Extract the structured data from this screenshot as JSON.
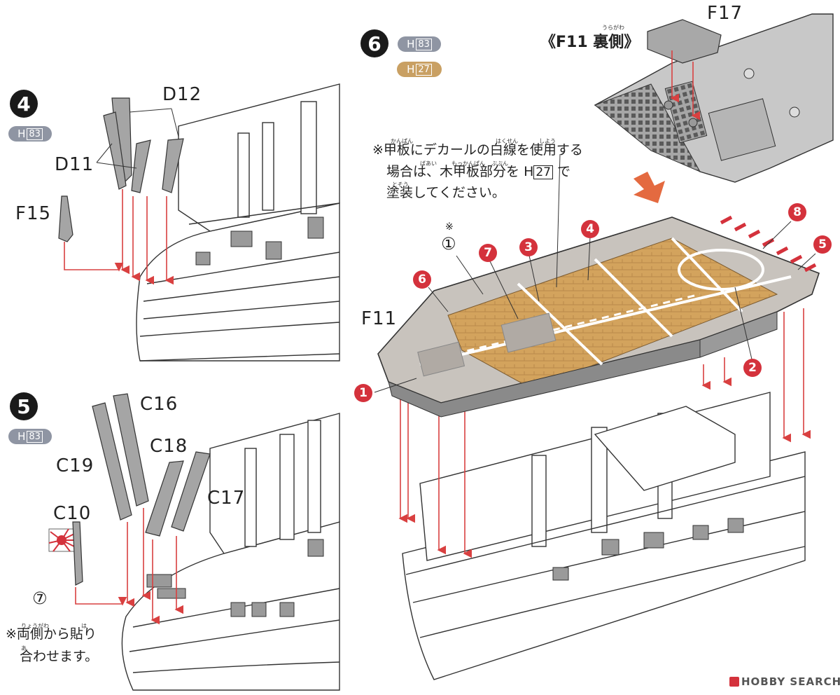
{
  "steps": {
    "s4": {
      "number": "4",
      "paint_letter": "H",
      "paint_code": "83"
    },
    "s5": {
      "number": "5",
      "paint_letter": "H",
      "paint_code": "83"
    },
    "s6": {
      "number": "6",
      "paints": [
        {
          "letter": "H",
          "code": "83"
        },
        {
          "letter": "H",
          "code": "27"
        }
      ]
    }
  },
  "parts": {
    "d12": "D12",
    "d11": "D11",
    "f15": "F15",
    "c16": "C16",
    "c18": "C18",
    "c19": "C19",
    "c17": "C17",
    "c10": "C10",
    "f11": "F11",
    "f17": "F17"
  },
  "f11_back": {
    "text": "《F11 裏側》",
    "ruby": "うらがわ"
  },
  "deck_note": {
    "mark": "※",
    "line1": "甲板にデカールの白線を使用する",
    "line2_pre": "場合は、木甲板部分を",
    "line2_code_letter": "H",
    "line2_code": "27",
    "line2_post": "で",
    "line3": "塗装してください。",
    "ruby1a": "かんぱん",
    "ruby1b": "はくせん",
    "ruby1c": "しよう",
    "ruby2a": "ばあい",
    "ruby2b": "もっかんぱん",
    "ruby2c": "ぶぶん",
    "ruby3": "とそう"
  },
  "flag_note": {
    "circle": "⑦",
    "mark": "※",
    "line1": "両側から貼り",
    "line2": "合わせます。",
    "ruby1": "りょうがわ",
    "ruby1b": "は",
    "ruby2": "あ"
  },
  "decals": {
    "c1": "※",
    "c1b": "①",
    "n1": "1",
    "n2": "2",
    "n3": "3",
    "n4": "4",
    "n5": "5",
    "n6": "6",
    "n7": "7",
    "n8": "8"
  },
  "watermark": {
    "brand": "HOBBY SEARCH"
  },
  "colors": {
    "gray": "#8f95a3",
    "wood": "#c9a063",
    "red": "#d4323c",
    "arrow": "#d94040"
  }
}
